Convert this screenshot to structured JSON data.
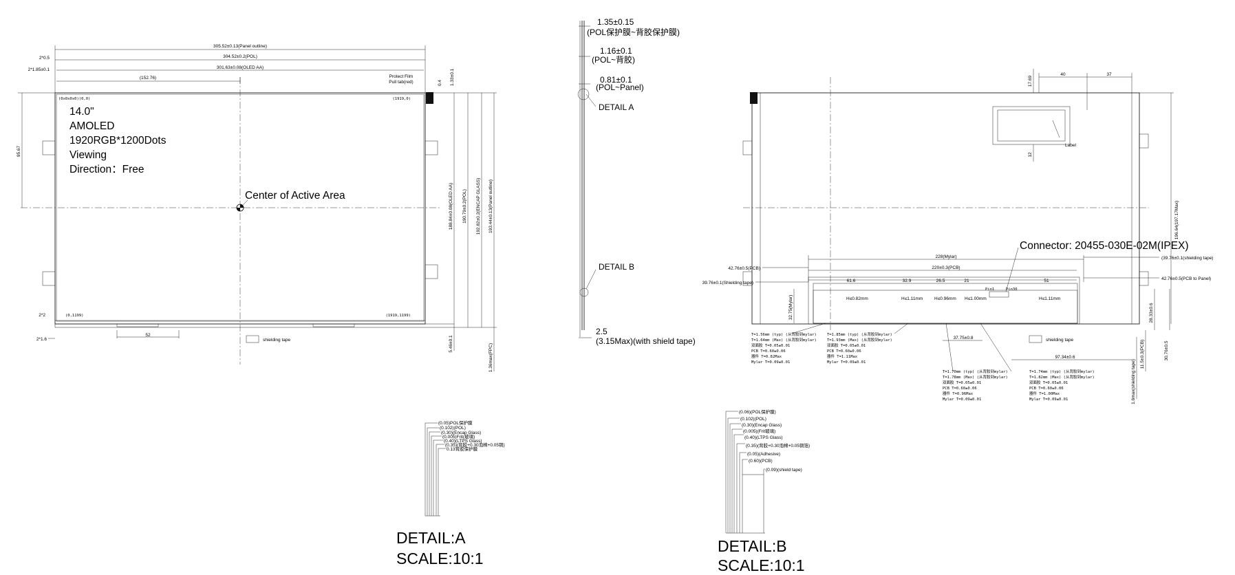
{
  "front_view": {
    "dims": {
      "panel_outline_w": "305.52±0.13(Panel outline)",
      "pol_w": "304.52±0.2(POL)",
      "oled_aa_w": "301.63±0.08(OLED AA)",
      "left_2": "2*0.5",
      "left_185": "2*1.85±0.1",
      "center_x": "(152.76)",
      "protect_film": "Protect Film",
      "pull_tab": "Pull tab(red)",
      "top_04": "0.4",
      "top_133": "1.33±0.1",
      "left_9567": "95.67",
      "oled_aa_h": "188.84±0.08(OLED AA)",
      "pol_h": "190.79±0.2(POL)",
      "encap_h": "192.82±0.2(ENCAP GLASS)",
      "panel_h": "193.44±0.13(Panel outline)",
      "bottom_22": "2*2",
      "bottom_216": "2*1.6",
      "bottom_52": "52",
      "right_546": "5.46±0.1",
      "right_136": "1.36max(FPC)",
      "corner_tl": "(0x0x0x0)(0,0)",
      "corner_tr": "(1919,0)",
      "corner_bl": "(0,1199)",
      "corner_br": "(1919,1199)"
    },
    "info": {
      "line1": "14.0\"",
      "line2": "AMOLED",
      "line3": "1920RGB*1200Dots",
      "line4": "Viewing",
      "line5": "Direction：Free"
    },
    "center_label": "Center of Active Area",
    "shielding_label": "shielding tape"
  },
  "side_view": {
    "d1": "1.35±0.15",
    "d1_sub": "(POL保护膜~背胶保护膜)",
    "d2": "1.16±0.1",
    "d2_sub": "(POL~背胶)",
    "d3": "0.81±0.1",
    "d3_sub": "(POL~Panel)",
    "detail_a": "DETAIL A",
    "detail_b": "DETAIL B",
    "d4": "2.5",
    "d4_sub": "(3.15Max)(with shield tape)"
  },
  "back_view": {
    "dims": {
      "top_40": "40",
      "top_37": "37",
      "top_1769": "17.69",
      "left_12": "12",
      "label": "Label",
      "right_total": "196.64(197.17Max)",
      "mylar": "228(Mylar)",
      "pcb": "220±0.3(PCB)",
      "pcb_left": "42.76±0.5(PCB)",
      "shield_left": "39.76±0.1(Shielding tape)",
      "shield_right": "(39.76±0.1(shielding tape)",
      "pcb_right": "42.76±0.5(PCB to Panel)",
      "seg1": "61.6",
      "seg2": "32.9",
      "seg3": "26.5",
      "seg4": "21",
      "seg5": "51",
      "mylar_h": "32.75(Mylar)",
      "d_2833": "28.33±0.6",
      "d_3076": "30.76±0.5",
      "d_1153": "11.5±0.3(PCB)",
      "d_16": "1.6max(shielding tape)",
      "d_3775": "37.75±0.8",
      "d_9734": "97.34±0.6"
    },
    "connector": "Connector: 20455-030E-02M(IPEX)",
    "heights": [
      "H≤0.82mm",
      "H≤1.11mm",
      "H≤0.96mm",
      "H≤1.00mm",
      "H≤1.11mm"
    ],
    "pins": [
      "Pin1",
      "Pin30"
    ],
    "note1": [
      "T=1.56mm (typ) (从背胶到mylar)",
      "T=1.64mm (Max) (从背胶到mylar)",
      "双面胶 T=0.05±0.01",
      "PCB T=0.60±0.06",
      "器件 T=0.82Max",
      "Mylar T=0.09±0.01"
    ],
    "note2": [
      "T=1.85mm (typ) (从背胶到mylar)",
      "T=1.93mm (Max) (从背胶到mylar)",
      "双面胶 T=0.05±0.01",
      "PCB T=0.60±0.06",
      "器件 T=1.11Max",
      "Mylar T=0.09±0.01"
    ],
    "note3": [
      "T=1.70mm (typ) (从背胶到mylar)",
      "T=1.78mm (Max) (从背胶到mylar)",
      "双面胶 T=0.05±0.01",
      "PCB T=0.60±0.06",
      "器件 T=0.96Max",
      "Mylar T=0.09±0.01"
    ],
    "note4": [
      "T=1.74mm (typ) (从背胶到mylar)",
      "T=1.82mm (Max) (从背胶到mylar)",
      "双面胶 T=0.05±0.01",
      "PCB T=0.60±0.06",
      "器件 T=1.00Max",
      "Mylar T=0.09±0.01"
    ],
    "shielding_label": "shielding tape"
  },
  "detail_a": {
    "layers": [
      "(0.05)POL保护膜",
      "(0.102)(POL)",
      "(0.30)(Encap Glass)",
      "(0.005)Frit(玻璃)",
      "(0.40)(LTPS Glass)",
      "(0.35)(背胶+0.30泡棉+0.05铜)",
      "0.13背胶保护膜"
    ],
    "title": "DETAIL:A",
    "scale": "SCALE:10:1"
  },
  "detail_b": {
    "layers": [
      "(0.06)(POL保护膜)",
      "(0.102)(POL)",
      "(0.30)(Encap Glass)",
      "(0.005)(Frit玻璃)",
      "(0.40)(LTPS Glass)",
      "(0.35)(背胶+0.30泡棉+0.05铜箔)",
      "(0.05)(Adhesive)",
      "(0.60)(PCB)",
      "(0.09)(shield tape)"
    ],
    "title": "DETAIL:B",
    "scale": "SCALE:10:1"
  }
}
